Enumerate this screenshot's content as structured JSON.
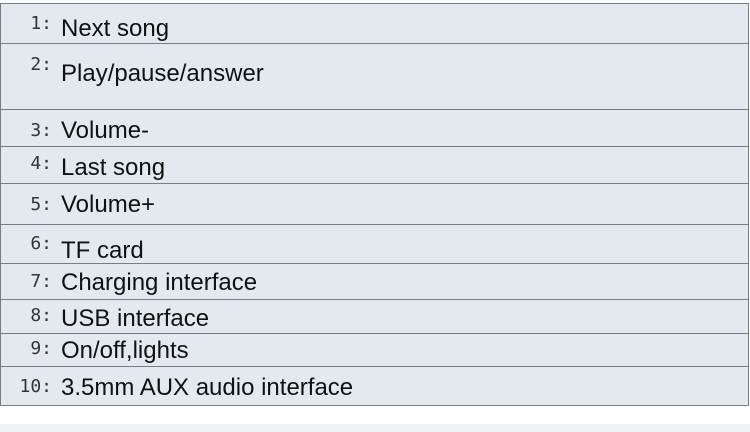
{
  "items": [
    {
      "number": "1:",
      "label": "Next song"
    },
    {
      "number": "2:",
      "label": "Play/pause/answer"
    },
    {
      "number": "3:",
      "label": "Volume-"
    },
    {
      "number": "4:",
      "label": "Last song"
    },
    {
      "number": "5:",
      "label": "Volume+"
    },
    {
      "number": "6:",
      "label": "TF card"
    },
    {
      "number": "7:",
      "label": "Charging interface"
    },
    {
      "number": "8:",
      "label": "USB interface"
    },
    {
      "number": "9:",
      "label": "On/off,lights"
    },
    {
      "number": "10:",
      "label": "3.5mm AUX audio interface"
    }
  ],
  "colors": {
    "row_background": "#e3e9ee",
    "border": "#6f7f8c",
    "text": "#111111"
  }
}
